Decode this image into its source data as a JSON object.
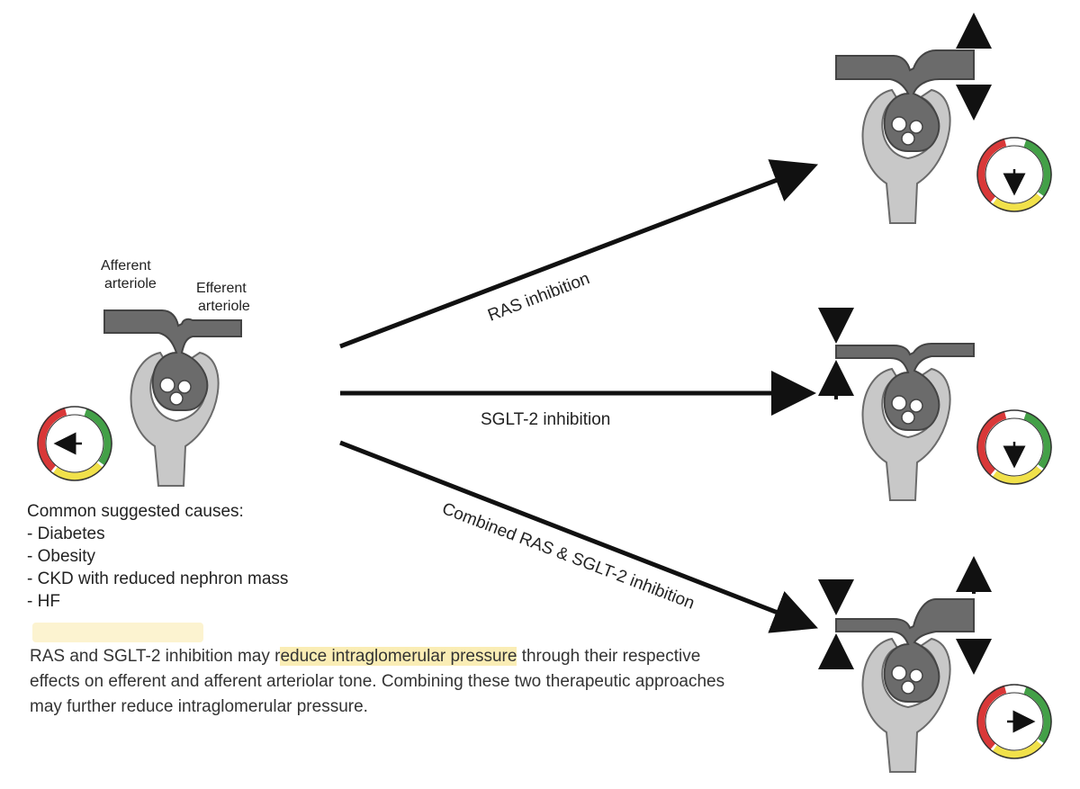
{
  "labels": {
    "afferent_line1": "Afferent",
    "afferent_line2": "arteriole",
    "efferent_line1": "Efferent",
    "efferent_line2": "arteriole"
  },
  "arrows": {
    "ras": "RAS inhibition",
    "sglt2": "SGLT-2 inhibition",
    "combined": "Combined RAS & SGLT-2 inhibition"
  },
  "causes": {
    "heading": "Common suggested causes:",
    "items": [
      "- Diabetes",
      "- Obesity",
      "- CKD with reduced nephron mass",
      "- HF"
    ]
  },
  "summary": {
    "part1": "RAS and SGLT-2 inhibition may r",
    "part2": "educe intraglomerular pressure",
    "part3": " through their respective effects on efferent and afferent arteriolar tone. Combining these two therapeutic approaches may further reduce intraglomerular pressure."
  },
  "gauges": {
    "baseline": {
      "needle": "left"
    },
    "ras": {
      "needle": "down"
    },
    "sglt2": {
      "needle": "down"
    },
    "combined": {
      "needle": "right"
    }
  },
  "colors": {
    "vessel": "#6b6b6b",
    "capsule": "#c8c8c8",
    "gauge_red": "#d93838",
    "gauge_green": "#43a047",
    "gauge_yellow": "#f1e14a",
    "highlight": "#f5de78"
  }
}
